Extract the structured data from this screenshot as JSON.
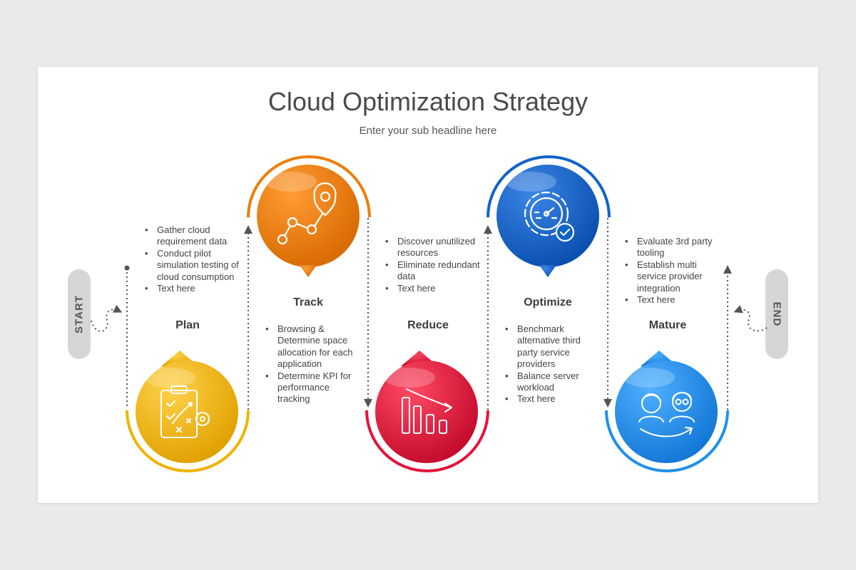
{
  "title": "Cloud Optimization Strategy",
  "subtitle": "Enter your sub headline here",
  "start_label": "START",
  "end_label": "END",
  "stages": [
    {
      "name": "Plan",
      "color": "#f0b400",
      "icon": "clipboard-strategy-icon",
      "bullets": [
        "Gather cloud requirement data",
        "Conduct pilot simulation testing of cloud consumption",
        "Text here"
      ]
    },
    {
      "name": "Track",
      "color": "#ee7d0a",
      "icon": "route-pin-icon",
      "bullets": [
        "Browsing & Determine space allocation for each application",
        "Determine KPI for performance tracking"
      ]
    },
    {
      "name": "Reduce",
      "color": "#e3143a",
      "icon": "declining-bars-icon",
      "bullets": [
        "Discover unutilized resources",
        "Eliminate redundant data",
        "Text here"
      ]
    },
    {
      "name": "Optimize",
      "color": "#0f63c9",
      "icon": "gear-gauge-check-icon",
      "bullets": [
        "Benchmark alternative third party service providers",
        "Balance server workload",
        "Text here"
      ]
    },
    {
      "name": "Mature",
      "color": "#1e90ee",
      "icon": "people-transition-icon",
      "bullets": [
        "Evaluate 3rd party tooling",
        "Establish multi service provider integration",
        "Text here"
      ]
    }
  ]
}
